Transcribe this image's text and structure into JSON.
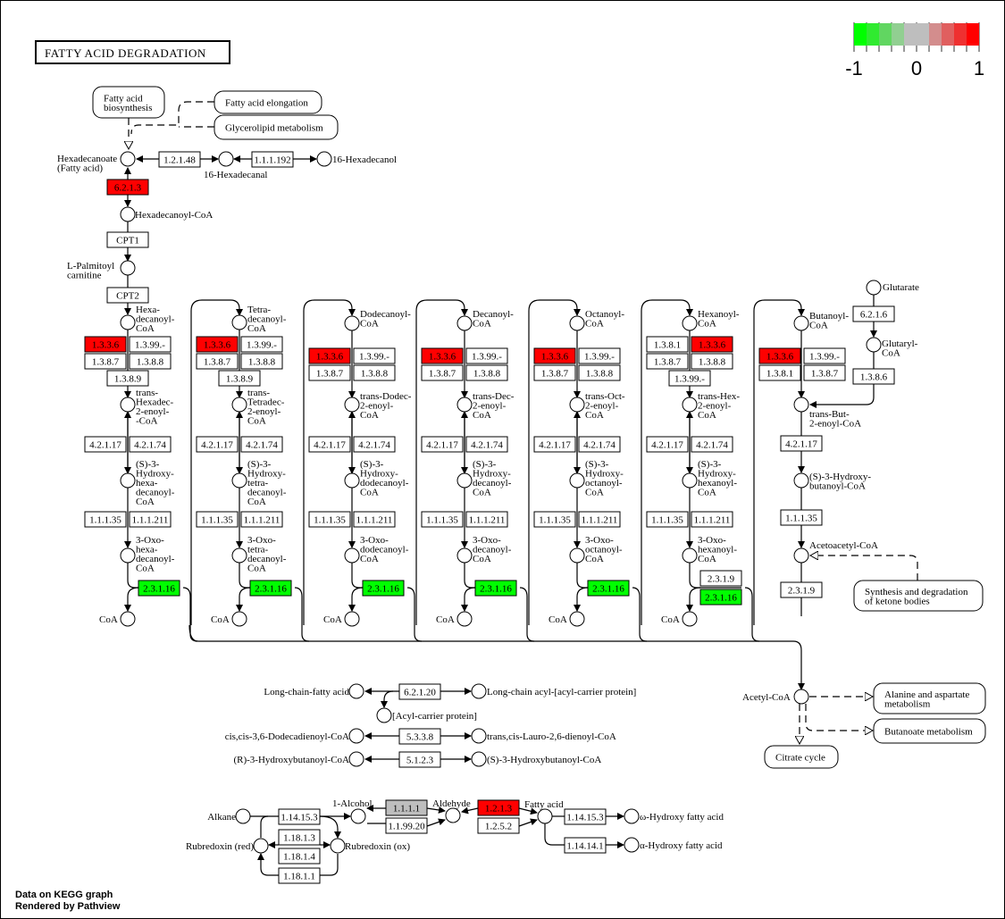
{
  "title": "FATTY ACID DEGRADATION",
  "footer": {
    "line1": "Data on KEGG graph",
    "line2": "Rendered by Pathview"
  },
  "legend": {
    "min_label": "-1",
    "mid_label": "0",
    "max_label": "1",
    "colors": [
      "#00ff00",
      "#30ea30",
      "#61d661",
      "#91cf91",
      "#bebebe",
      "#bebebe",
      "#d38d8d",
      "#e05f5f",
      "#ef3030",
      "#ff0000"
    ]
  },
  "colors": {
    "up": "#ff0000",
    "down": "#00ff00",
    "neutral": "#bebebe",
    "none": "#ffffff"
  },
  "maps": [
    {
      "id": "fa-biosynthesis",
      "lines": [
        "Fatty acid",
        "biosynthesis"
      ]
    },
    {
      "id": "fa-elongation",
      "lines": [
        "Fatty acid elongation"
      ]
    },
    {
      "id": "glycerolipid",
      "lines": [
        "Glycerolipid metabolism"
      ]
    },
    {
      "id": "ketone",
      "lines": [
        "Synthesis and degradation",
        "of ketone bodies"
      ]
    },
    {
      "id": "alanine",
      "lines": [
        "Alanine and aspartate",
        "metabolism"
      ]
    },
    {
      "id": "butanoate",
      "lines": [
        "Butanoate metabolism"
      ]
    },
    {
      "id": "citrate",
      "lines": [
        "Citrate cycle"
      ]
    }
  ],
  "compounds": {
    "hexadecanoate": [
      "Hexadecanoate",
      "(Fatty acid)"
    ],
    "hexadecanal": [
      "16-Hexadecanal"
    ],
    "hexadecanol": [
      "16-Hexadecanol"
    ],
    "hexadecanoyl_coa": [
      "Hexadecanoyl-CoA"
    ],
    "palmitoylcarnitine": [
      "L-Palmitoyl",
      "carnitine"
    ],
    "glutarate": [
      "Glutarate"
    ],
    "glutaryl_coa": [
      "Glutaryl-",
      "CoA"
    ],
    "trans_but": [
      "trans-But-",
      "2-enoyl-CoA"
    ],
    "hydroxybutanoyl": [
      "(S)-3-Hydroxy-",
      "butanoyl-CoA"
    ],
    "acetoacetyl": [
      "Acetoacetyl-CoA"
    ],
    "acetyl_coa": [
      "Acetyl-CoA"
    ],
    "coa": "CoA"
  },
  "columns": [
    {
      "acyl": [
        "Hexa-",
        "decanoyl-",
        "CoA"
      ],
      "enoyl": [
        "trans-",
        "Hexadec-",
        "2-enoyl-",
        "-CoA"
      ],
      "hydroxy": [
        "(S)-3-",
        "Hydroxy-",
        "hexa-",
        "decanoyl-",
        "CoA"
      ],
      "oxo": [
        "3-Oxo-",
        "hexa-",
        "decanoyl-",
        "CoA"
      ],
      "dehyd": [
        {
          "ec": "1.3.3.6",
          "color": "up"
        },
        {
          "ec": "1.3.99.-",
          "color": "none"
        },
        {
          "ec": "1.3.8.7",
          "color": "none"
        },
        {
          "ec": "1.3.8.8",
          "color": "none"
        }
      ],
      "extra": "1.3.8.9",
      "thiolase": [
        {
          "ec": "2.3.1.16",
          "color": "down"
        }
      ]
    },
    {
      "acyl": [
        "Tetra-",
        "decanoyl-",
        "CoA"
      ],
      "enoyl": [
        "trans-",
        "Tetradec-",
        "2-enoyl-",
        "CoA"
      ],
      "hydroxy": [
        "(S)-3-",
        "Hydroxy-",
        "tetra-",
        "decanoyl-",
        "CoA"
      ],
      "oxo": [
        "3-Oxo-",
        "tetra-",
        "decanoyl-",
        "CoA"
      ],
      "dehyd": [
        {
          "ec": "1.3.3.6",
          "color": "up"
        },
        {
          "ec": "1.3.99.-",
          "color": "none"
        },
        {
          "ec": "1.3.8.7",
          "color": "none"
        },
        {
          "ec": "1.3.8.8",
          "color": "none"
        }
      ],
      "extra": "1.3.8.9",
      "thiolase": [
        {
          "ec": "2.3.1.16",
          "color": "down"
        }
      ]
    },
    {
      "acyl": [
        "Dodecanoyl-",
        "CoA"
      ],
      "enoyl": [
        "trans-Dodec-",
        "2-enoyl-",
        "CoA"
      ],
      "hydroxy": [
        "(S)-3-",
        "Hydroxy-",
        "dodecanoyl-",
        "CoA"
      ],
      "oxo": [
        "3-Oxo-",
        "dodecanoyl-",
        "CoA"
      ],
      "dehyd": [
        {
          "ec": "1.3.3.6",
          "color": "up"
        },
        {
          "ec": "1.3.99.-",
          "color": "none"
        },
        {
          "ec": "1.3.8.7",
          "color": "none"
        },
        {
          "ec": "1.3.8.8",
          "color": "none"
        }
      ],
      "extra": null,
      "thiolase": [
        {
          "ec": "2.3.1.16",
          "color": "down"
        }
      ]
    },
    {
      "acyl": [
        "Decanoyl-",
        "CoA"
      ],
      "enoyl": [
        "trans-Dec-",
        "2-enoyl-",
        "CoA"
      ],
      "hydroxy": [
        "(S)-3-",
        "Hydroxy-",
        "decanoyl-",
        "CoA"
      ],
      "oxo": [
        "3-Oxo-",
        "decanoyl-",
        "CoA"
      ],
      "dehyd": [
        {
          "ec": "1.3.3.6",
          "color": "up"
        },
        {
          "ec": "1.3.99.-",
          "color": "none"
        },
        {
          "ec": "1.3.8.7",
          "color": "none"
        },
        {
          "ec": "1.3.8.8",
          "color": "none"
        }
      ],
      "extra": null,
      "thiolase": [
        {
          "ec": "2.3.1.16",
          "color": "down"
        }
      ]
    },
    {
      "acyl": [
        "Octanoyl-",
        "CoA"
      ],
      "enoyl": [
        "trans-Oct-",
        "2-enoyl-",
        "CoA"
      ],
      "hydroxy": [
        "(S)-3-",
        "Hydroxy-",
        "octanoyl-",
        "CoA"
      ],
      "oxo": [
        "3-Oxo-",
        "octanoyl-",
        "CoA"
      ],
      "dehyd": [
        {
          "ec": "1.3.3.6",
          "color": "up"
        },
        {
          "ec": "1.3.99.-",
          "color": "none"
        },
        {
          "ec": "1.3.8.7",
          "color": "none"
        },
        {
          "ec": "1.3.8.8",
          "color": "none"
        }
      ],
      "extra": null,
      "thiolase": [
        {
          "ec": "2.3.1.16",
          "color": "down"
        }
      ]
    },
    {
      "acyl": [
        "Hexanoyl-",
        "CoA"
      ],
      "enoyl": [
        "trans-Hex-",
        "2-enoyl-",
        "CoA"
      ],
      "hydroxy": [
        "(S)-3-",
        "Hydroxy-",
        "hexanoyl-",
        "CoA"
      ],
      "oxo": [
        "3-Oxo-",
        "hexanoyl-",
        "CoA"
      ],
      "dehyd": [
        {
          "ec": "1.3.8.1",
          "color": "none"
        },
        {
          "ec": "1.3.3.6",
          "color": "up"
        },
        {
          "ec": "1.3.8.7",
          "color": "none"
        },
        {
          "ec": "1.3.8.8",
          "color": "none"
        }
      ],
      "extra": "1.3.99.-",
      "thiolase": [
        {
          "ec": "2.3.1.9",
          "color": "none"
        },
        {
          "ec": "2.3.1.16",
          "color": "down"
        }
      ]
    }
  ],
  "hydratase": [
    "4.2.1.17",
    "4.2.1.74"
  ],
  "hadh": [
    "1.1.1.35",
    "1.1.1.211"
  ],
  "enzymes": {
    "e_1_2_1_48": {
      "ec": "1.2.1.48",
      "color": "none"
    },
    "e_1_1_1_192": {
      "ec": "1.1.1.192",
      "color": "none"
    },
    "e_6_2_1_3": {
      "ec": "6.2.1.3",
      "color": "up"
    },
    "cpt1": {
      "ec": "CPT1",
      "color": "none"
    },
    "cpt2": {
      "ec": "CPT2",
      "color": "none"
    },
    "e_6_2_1_6": {
      "ec": "6.2.1.6",
      "color": "none"
    },
    "e_1_3_8_6": {
      "ec": "1.3.8.6",
      "color": "none"
    },
    "but_1_3_3_6": {
      "ec": "1.3.3.6",
      "color": "up"
    },
    "but_1_3_99": {
      "ec": "1.3.99.-",
      "color": "none"
    },
    "but_1_3_8_1": {
      "ec": "1.3.8.1",
      "color": "none"
    },
    "but_1_3_8_7": {
      "ec": "1.3.8.7",
      "color": "none"
    },
    "but_4_2_1_17": {
      "ec": "4.2.1.17",
      "color": "none"
    },
    "but_1_1_1_35": {
      "ec": "1.1.1.35",
      "color": "none"
    },
    "but_2_3_1_9": {
      "ec": "2.3.1.9",
      "color": "none"
    },
    "e_6_2_1_20": {
      "ec": "6.2.1.20",
      "color": "none"
    },
    "e_5_3_3_8": {
      "ec": "5.3.3.8",
      "color": "none"
    },
    "e_5_1_2_3": {
      "ec": "5.1.2.3",
      "color": "none"
    },
    "alk_1_14_15_3": {
      "ec": "1.14.15.3",
      "color": "none"
    },
    "e_1_18_1_3": {
      "ec": "1.18.1.3",
      "color": "none"
    },
    "e_1_18_1_4": {
      "ec": "1.18.1.4",
      "color": "none"
    },
    "e_1_18_1_1": {
      "ec": "1.18.1.1",
      "color": "none"
    },
    "e_1_1_1_1": {
      "ec": "1.1.1.1",
      "color": "neutral"
    },
    "e_1_1_99_20": {
      "ec": "1.1.99.20",
      "color": "none"
    },
    "e_1_2_1_3": {
      "ec": "1.2.1.3",
      "color": "up"
    },
    "e_1_2_5_2": {
      "ec": "1.2.5.2",
      "color": "none"
    },
    "fa_1_14_15_3": {
      "ec": "1.14.15.3",
      "color": "none"
    },
    "e_1_14_14_1": {
      "ec": "1.14.14.1",
      "color": "none"
    }
  },
  "side": {
    "long_chain_fa": "Long-chain-fatty acid",
    "long_chain_acyl": "Long-chain acyl-[acyl-carrier protein]",
    "acp": "[Acyl-carrier protein]",
    "dodecadienoyl": "cis,cis-3,6-Dodecadienoyl-CoA",
    "lauro": "trans,cis-Lauro-2,6-dienoyl-CoA",
    "r_hydroxy": "(R)-3-Hydroxybutanoyl-CoA",
    "s_hydroxy": "(S)-3-Hydroxybutanoyl-CoA",
    "alkane": "Alkane",
    "alcohol": "1-Alcohol",
    "aldehyde": "Aldehyde",
    "fatty_acid": "Fatty acid",
    "omega": "ω-Hydroxy fatty acid",
    "alpha": "α-Hydroxy fatty acid",
    "rubredoxin_red": "Rubredoxin (red)",
    "rubredoxin_ox": "Rubredoxin (ox)"
  }
}
